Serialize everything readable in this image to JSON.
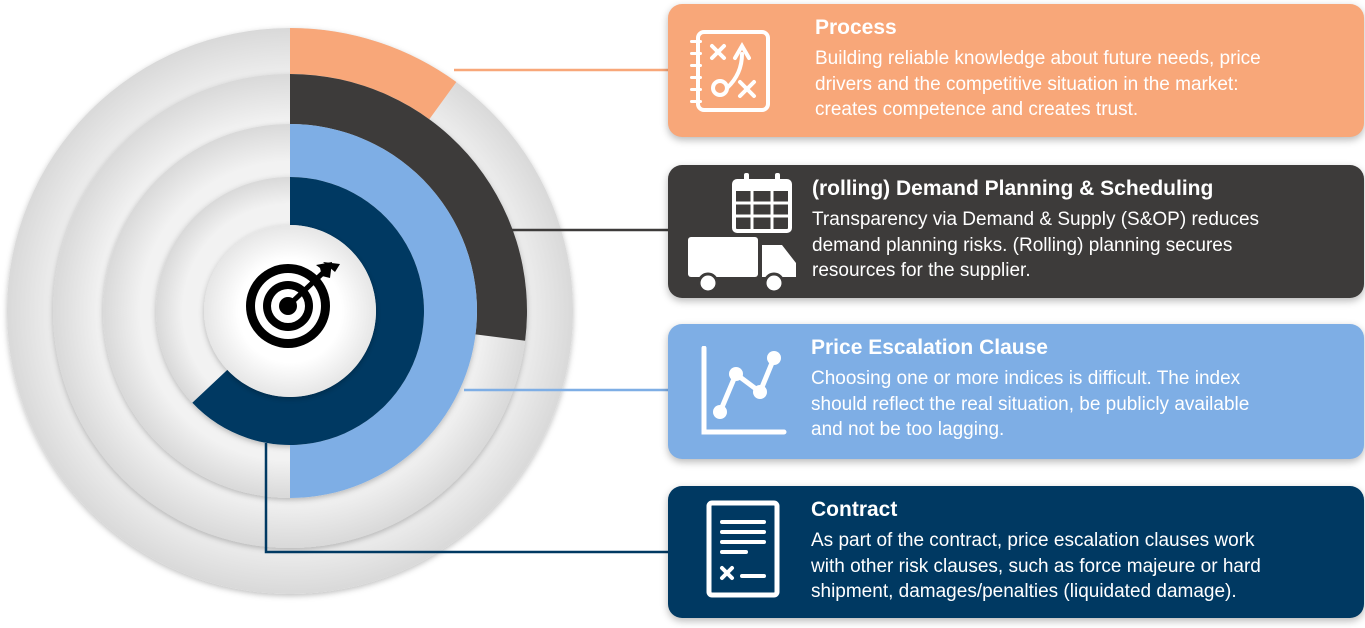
{
  "colors": {
    "process": "#f8a779",
    "demand": "#3d3b3a",
    "price": "#7eaee5",
    "contract": "#003962",
    "ring_bg": "#e8e8e8"
  },
  "center_icon": "target-arrow-icon",
  "rings": [
    {
      "name": "process",
      "fill_fraction": 0.1
    },
    {
      "name": "demand",
      "fill_fraction": 0.27
    },
    {
      "name": "price",
      "fill_fraction": 0.5
    },
    {
      "name": "contract",
      "fill_fraction": 0.63
    }
  ],
  "cards": [
    {
      "key": "process",
      "icon": "strategy-plan-icon",
      "title": "Process",
      "lines": [
        "Building reliable knowledge about future needs, price",
        "drivers and the competitive situation in the market:",
        "creates competence and creates trust."
      ]
    },
    {
      "key": "demand",
      "icon": "calendar-truck-icon",
      "title": "(rolling) Demand Planning & Scheduling",
      "lines": [
        "Transparency via Demand & Supply (S&OP) reduces",
        "demand planning risks. (Rolling) planning secures",
        "resources for the supplier."
      ]
    },
    {
      "key": "price",
      "icon": "line-chart-icon",
      "title": "Price Escalation Clause",
      "lines": [
        "Choosing one or more indices is difficult. The index",
        "should reflect the real situation, be publicly available",
        "and not be too lagging."
      ]
    },
    {
      "key": "contract",
      "icon": "contract-document-icon",
      "title": "Contract",
      "lines": [
        "As part of the contract, price escalation clauses work",
        "with other risk clauses, such as force majeure or hard",
        "shipment, damages/penalties (liquidated damage)."
      ]
    }
  ]
}
